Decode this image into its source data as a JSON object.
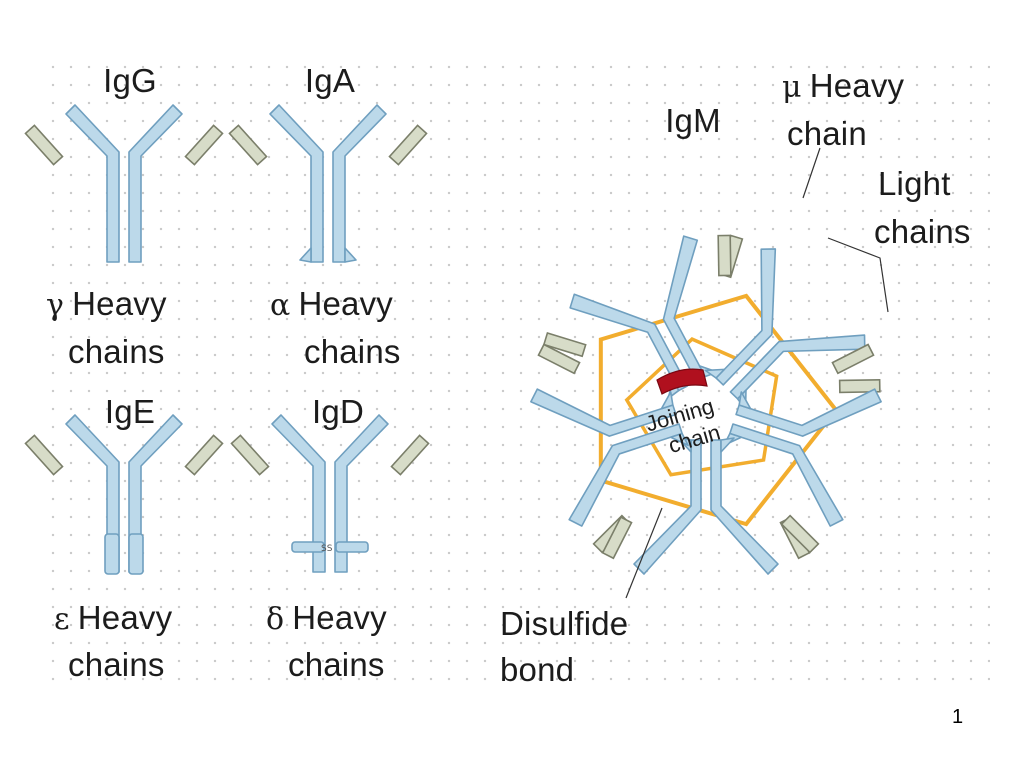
{
  "labels": {
    "igg": "IgG",
    "iga": "IgA",
    "ige": "IgE",
    "igd": "IgD",
    "igm": "IgM",
    "gamma_symbol": "γ",
    "alpha_symbol": "α",
    "epsilon_symbol": "ε",
    "delta_symbol": "δ",
    "mu_symbol": "μ",
    "heavy": "Heavy",
    "heavy_chains": "chains",
    "mu_heavy_chain_line2": "chain",
    "light_chains_line1": "Light",
    "light_chains_line2": "chains",
    "joining_line1": "Joining",
    "joining_line2": "chain",
    "disulfide_line1": "Disulfide",
    "disulfide_line2": "bond",
    "ss_mark": "SS"
  },
  "page_number": "1",
  "colors": {
    "heavy_chain_fill": "#bcd9ea",
    "heavy_chain_stroke": "#6f9fbf",
    "light_chain_fill": "#d7dcc8",
    "light_chain_stroke": "#7b7f6a",
    "disulfide_bond": "#f2ad2e",
    "joining_chain": "#b0101e",
    "background_dots": "#c9c9c9"
  }
}
